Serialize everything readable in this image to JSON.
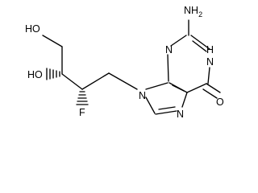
{
  "diagram": {
    "type": "chemical-structure",
    "background_color": "#ffffff",
    "ink_color": "#000000",
    "labels": {
      "nh2": "NH",
      "nh2_subscript": "2",
      "n_ring_top": "N",
      "nh_ring": "H",
      "n_ring_nh": "N",
      "n_nine": "N",
      "n_seven": "N",
      "oxygen_carbonyl": "O",
      "fluorine": "F",
      "oh_top": "HO",
      "oh_left": "HO"
    }
  }
}
